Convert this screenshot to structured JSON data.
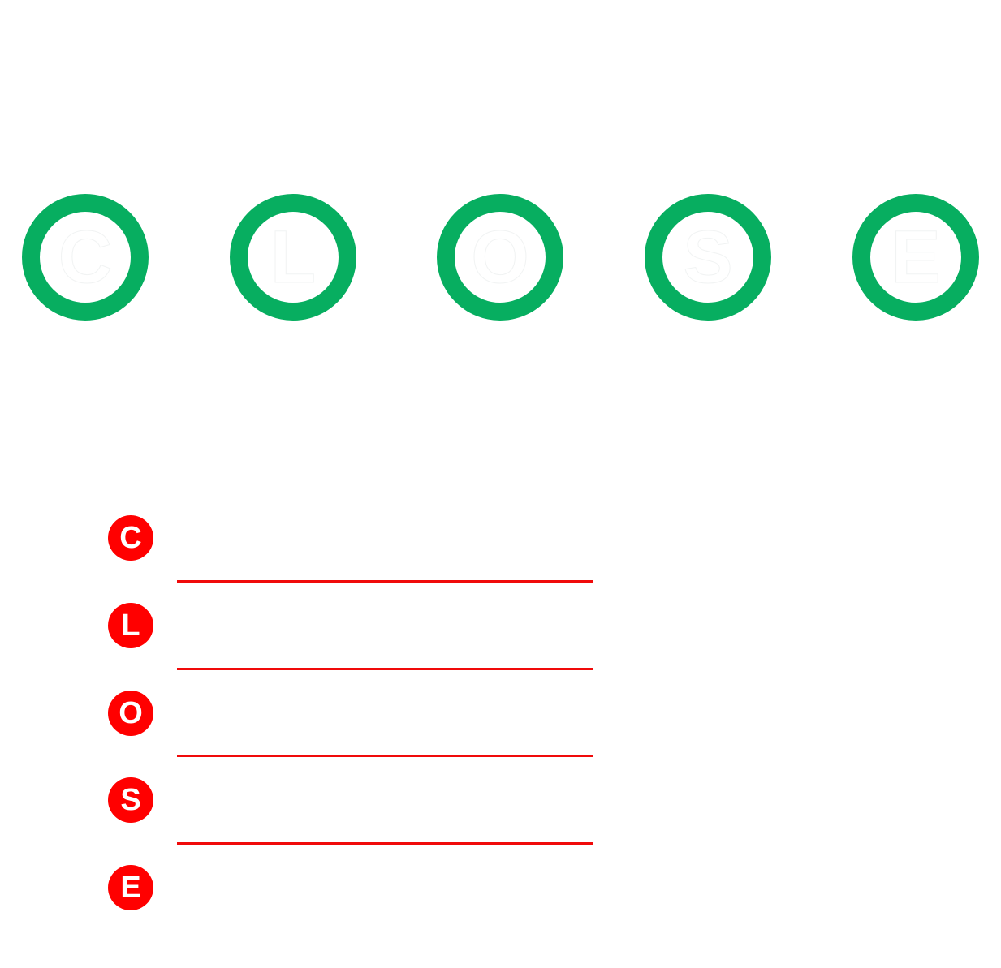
{
  "colors": {
    "ring": "#07AE60",
    "badge": "#FF0000",
    "rule": "#F00A0A"
  },
  "word": {
    "letters": [
      "C",
      "L",
      "O",
      "S",
      "E"
    ]
  },
  "list": {
    "items": [
      {
        "badge": "C"
      },
      {
        "badge": "L"
      },
      {
        "badge": "O"
      },
      {
        "badge": "S"
      },
      {
        "badge": "E"
      }
    ]
  }
}
